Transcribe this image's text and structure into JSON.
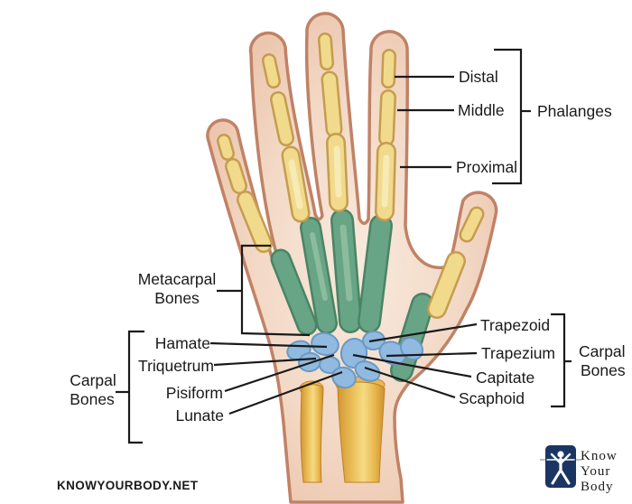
{
  "watermark": "KNOWYOURBODY.NET",
  "logo": {
    "line1": "Know",
    "line2": "Your",
    "line3": "Body",
    "icon": "human-figure-icon"
  },
  "phalanges_group": {
    "group_label": "Phalanges",
    "distal": "Distal",
    "middle": "Middle",
    "proximal": "Proximal"
  },
  "metacarpal_label": {
    "line1": "Metacarpal",
    "line2": "Bones"
  },
  "carpal_left": {
    "group_line1": "Carpal",
    "group_line2": "Bones",
    "hamate": "Hamate",
    "triquetrum": "Triquetrum",
    "pisiform": "Pisiform",
    "lunate": "Lunate"
  },
  "carpal_right": {
    "group_line1": "Carpal",
    "group_line2": "Bones",
    "trapezoid": "Trapezoid",
    "trapezium": "Trapezium",
    "capitate": "Capitate",
    "scaphoid": "Scaphoid"
  },
  "colors": {
    "skin_fill_light": "#F8EADE",
    "skin_fill_dark": "#E5B79E",
    "skin_outline": "#C08266",
    "phalanx_fill": "#F1DA8C",
    "phalanx_outline": "#C69C4F",
    "metacarpal_fill": "#68A486",
    "metacarpal_outline": "#4A8464",
    "carpal_fill": "#90BADF",
    "carpal_outline": "#6B98C5",
    "forearm_bone": "#E9B954",
    "leader_line": "#1a1a1a",
    "logo_navy": "#1B3563"
  }
}
